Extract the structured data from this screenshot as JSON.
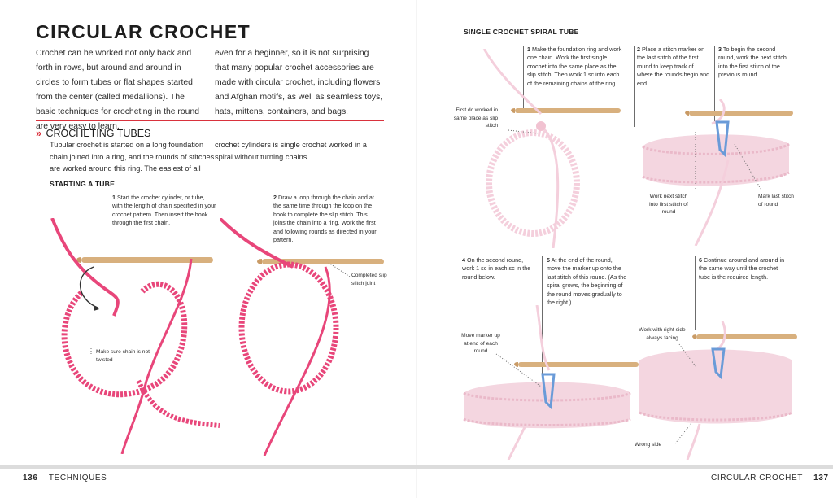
{
  "left_page": {
    "title": "CIRCULAR CROCHET",
    "intro_col1": "Crochet can be worked not only back and forth in rows, but around and around in circles to form tubes or flat shapes started from the center (called medallions). The basic techniques for crocheting in the round are very easy to learn,",
    "intro_col2": "even for a beginner, so it is not surprising that many popular crochet accessories are made with circular crochet, including flowers and Afghan motifs, as well as seamless toys, hats, mittens, containers, and bags.",
    "section_marker": "»",
    "section_title": "CROCHETING TUBES",
    "tubes_col1": "Tubular crochet is started on a long foundation chain joined into a ring, and the rounds of stitches are worked around this ring. The easiest of all",
    "tubes_col2": "crochet cylinders is single crochet worked in a spiral without turning chains.",
    "subheading": "STARTING A TUBE",
    "steps": [
      {
        "num": "1",
        "text": "Start the crochet cylinder, or tube, with the length of chain specified in your crochet pattern. Then insert the hook through the first chain."
      },
      {
        "num": "2",
        "text": "Draw a loop through the chain and at the same time through the loop on the hook to complete the slip stitch. This joins the chain into a ring. Work the first and following rounds as directed in your pattern."
      }
    ],
    "callouts": [
      "Make sure chain is not twisted",
      "Completed slip stitch joint"
    ]
  },
  "right_page": {
    "subheading": "SINGLE CROCHET SPIRAL TUBE",
    "steps": [
      {
        "num": "1",
        "text": "Make the foundation ring and work one chain. Work the first single crochet into the same place as the slip stitch. Then work 1 sc into each of the remaining chains of the ring."
      },
      {
        "num": "2",
        "text": "Place a stitch marker on the last stitch of the first round to keep track of where the rounds begin and end."
      },
      {
        "num": "3",
        "text": "To begin the second round, work the next stitch into the first stitch of the previous round."
      },
      {
        "num": "4",
        "text": "On the second round, work 1 sc in each sc in the round below."
      },
      {
        "num": "5",
        "text": "At the end of the round, move the marker up onto the last stitch of this round. (As the spiral grows, the beginning of the round moves gradually to the right.)"
      },
      {
        "num": "6",
        "text": "Continue around and around in the same way until the crochet tube is the required length."
      }
    ],
    "callouts": [
      "First dc worked in same place as slip stitch",
      "Work next stitch into first stitch of round",
      "Mark last stitch of round",
      "Move marker up at end of each round",
      "Work with right side always facing",
      "Wrong side"
    ]
  },
  "footer": {
    "left_page_num": "136",
    "left_section": "TECHNIQUES",
    "right_section": "CIRCULAR CROCHET",
    "right_page_num": "137"
  },
  "colors": {
    "accent_red": "#d9323d",
    "yarn_pink": "#e8467a",
    "yarn_pale_pink": "#f4cfdc",
    "hook_wood": "#d8b07e",
    "marker_blue": "#6a9bd8"
  },
  "icons": [
    "crochet-hook-icon",
    "stitch-marker-icon"
  ]
}
